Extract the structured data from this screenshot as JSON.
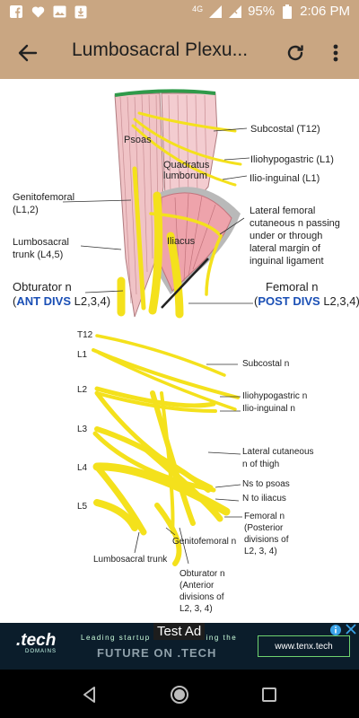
{
  "status_bar": {
    "network": "4G",
    "battery": "95%",
    "time": "2:06 PM"
  },
  "app_bar": {
    "title": "Lumbosacral Plexu..."
  },
  "figure_top": {
    "labels": {
      "subcostal": "Subcostal (T12)",
      "iliohypogastric": "Iliohypogastric (L1)",
      "ilioinguinal": "Ilio-inguinal (L1)",
      "lat_fem_1": "Lateral femoral",
      "lat_fem_2": "cutaneous n passing",
      "lat_fem_3": "under or through",
      "lat_fem_4": "lateral margin of",
      "lat_fem_5": "inguinal ligament",
      "genitofemoral_1": "Genitofemoral",
      "genitofemoral_2": "(L1,2)",
      "lumbosacral_1": "Lumbosacral",
      "lumbosacral_2": "trunk (L4,5)",
      "psoas": "Psoas",
      "quadratus_1": "Quadratus",
      "quadratus_2": "lumborum",
      "iliacus": "Iliacus",
      "obturator": "Obturator n",
      "obturator_open": "(",
      "ant_divs": "ANT DIVS",
      "obturator_levels": " L2,3,4)",
      "femoral": "Femoral n",
      "femoral_open": "(",
      "post_divs": "POST DIVS",
      "femoral_levels": " L2,3,4)"
    }
  },
  "figure_bottom": {
    "levels": [
      "T12",
      "L1",
      "L2",
      "L3",
      "L4",
      "L5"
    ],
    "labels": {
      "subcostal": "Subcostal n",
      "iliohypogastric": "Iliohypogastric n",
      "ilioinguinal": "Ilio-inguinal n",
      "lat_cut_1": "Lateral cutaneous",
      "lat_cut_2": "n of thigh",
      "ns_psoas": "Ns to psoas",
      "n_iliacus": "N to iliacus",
      "femoral_1": "Femoral n",
      "femoral_2": "(Posterior",
      "femoral_3": "divisions of",
      "femoral_4": "L2, 3, 4)",
      "genitofemoral": "Genitofemoral n",
      "lumbosacral": "Lumbosacral trunk",
      "obturator_1": "Obturator n",
      "obturator_2": "(Anterior",
      "obturator_3": "divisions of",
      "obturator_4": "L2, 3, 4)"
    }
  },
  "ad": {
    "logo": ".tech",
    "logo_sub": "DOMAINS",
    "tagline": "Leading startup",
    "tagline_tail": "ing the",
    "headline": "FUTURE ON .TECH",
    "test_label": "Test Ad",
    "url": "www.tenx.tech"
  },
  "colors": {
    "app_bar": "#c9a682",
    "nerve": "#f4e11c",
    "accent_blue": "#1a4fb5"
  }
}
